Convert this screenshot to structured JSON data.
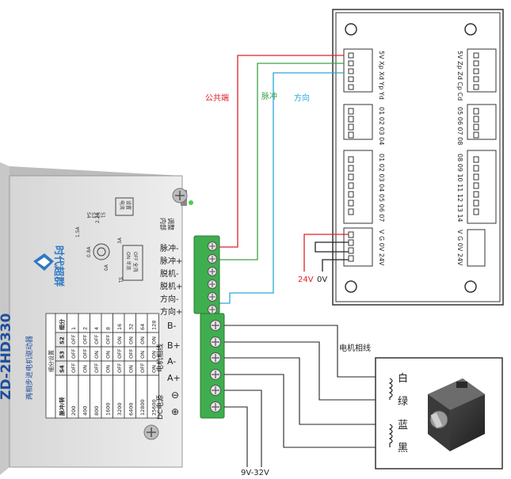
{
  "signals": {
    "common": "公共端",
    "pulse": "脉冲",
    "direction": "方向"
  },
  "power": {
    "v24": "24V",
    "v0": "0V"
  },
  "motor_phase_label": "电机相线",
  "wire_colors": {
    "white": "白",
    "green": "绿",
    "blue": "蓝",
    "black": "黑"
  },
  "supply_range": "9V-32V",
  "driver": {
    "model": "ZD-2HD330",
    "subtitle": "两相步进电机驱动器",
    "brand": "时代超群",
    "pulse_terminals": [
      "脉冲-",
      "脉冲+",
      "脱机-",
      "脱机+",
      "方向-",
      "方向+"
    ],
    "internal_adjust": "内部\n调整",
    "motor_terminals": [
      "B-",
      "B+",
      "A-",
      "A+"
    ],
    "motor_group": "电机相线",
    "dc_group": "DC电源",
    "dc_symbols": [
      "⊖",
      "⊕"
    ],
    "subdiv_title": "细分设置",
    "subdiv_table": {
      "headers": [
        "细分",
        "S2",
        "S3",
        "S4",
        "脉冲/转"
      ],
      "rows": [
        [
          "1",
          "OFF",
          "OFF",
          "OFF",
          "200"
        ],
        [
          "2",
          "OFF",
          "OFF",
          "ON",
          "400"
        ],
        [
          "4",
          "OFF",
          "ON",
          "OFF",
          "800"
        ],
        [
          "8",
          "OFF",
          "ON",
          "ON",
          "1600"
        ],
        [
          "16",
          "ON",
          "OFF",
          "OFF",
          "3200"
        ],
        [
          "32",
          "ON",
          "OFF",
          "ON",
          "6400"
        ],
        [
          "64",
          "ON",
          "ON",
          "OFF",
          "12800"
        ],
        [
          "128",
          "ON",
          "ON",
          "ON",
          "25600"
        ]
      ]
    },
    "current_labels": [
      "0.8A",
      "1.5A",
      "2.2A",
      "3A",
      "0A"
    ],
    "switch_labels": [
      "S4",
      "S3",
      "S2",
      "S1"
    ],
    "current_setting": "电流\n设置",
    "s1_on": "ON 半流",
    "s1_off": "OFF 全流",
    "s1_label": "S1"
  },
  "controller": {
    "top_left_pins": "5V Xp Xd Yp Yd",
    "top_right_pins": "5V Zp Zd Cp Cd",
    "mid_left_pins": "01 02 03 04",
    "mid_right_pins": "05 06 07 08",
    "big_left_pins": "01 02 03 04 05 06 07",
    "big_right_pins": "08 09 10 11 12 13 14",
    "power_left_pins": "V G 0V 24V",
    "power_right_pins": "V G 0V 24V"
  },
  "colors": {
    "red": "#e0202a",
    "green": "#3aa24a",
    "cyan": "#2aa8d8",
    "terminal_green": "#3fae4e",
    "frame": "#333333"
  }
}
